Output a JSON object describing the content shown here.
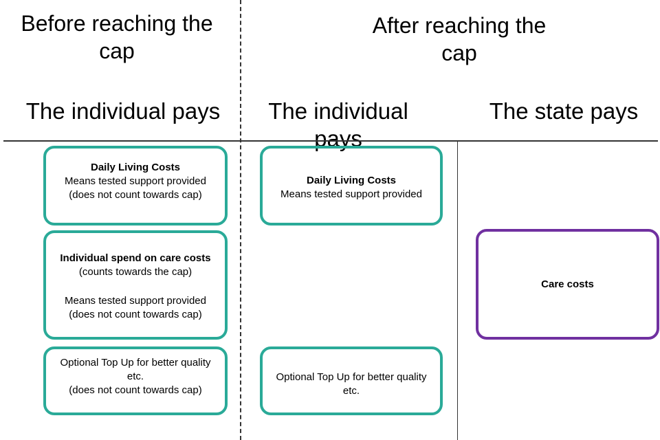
{
  "headers": {
    "before": "Before reaching the cap",
    "after": "After reaching the cap"
  },
  "columns": {
    "left": "The individual pays",
    "middle": "The individual pays",
    "right": "The state pays"
  },
  "boxes": {
    "l1": {
      "title": "Daily Living Costs",
      "line1": "Means tested support provided",
      "line2": "(does not count towards cap)"
    },
    "l2": {
      "title": "Individual spend on care costs",
      "line1": "(counts towards the cap)",
      "line2": "Means tested support provided",
      "line3": "(does not count towards cap)"
    },
    "l3": {
      "line1": "Optional Top Up for better quality",
      "line2": "etc.",
      "line3": "(does not count towards cap)"
    },
    "m1": {
      "title": "Daily Living Costs",
      "line1": "Means tested support provided"
    },
    "m2": {
      "line1": "Optional Top Up for better quality",
      "line2": "etc."
    },
    "r1": {
      "title": "Care costs"
    }
  },
  "colors": {
    "individual": "#2aaa98",
    "state": "#7030a0"
  }
}
